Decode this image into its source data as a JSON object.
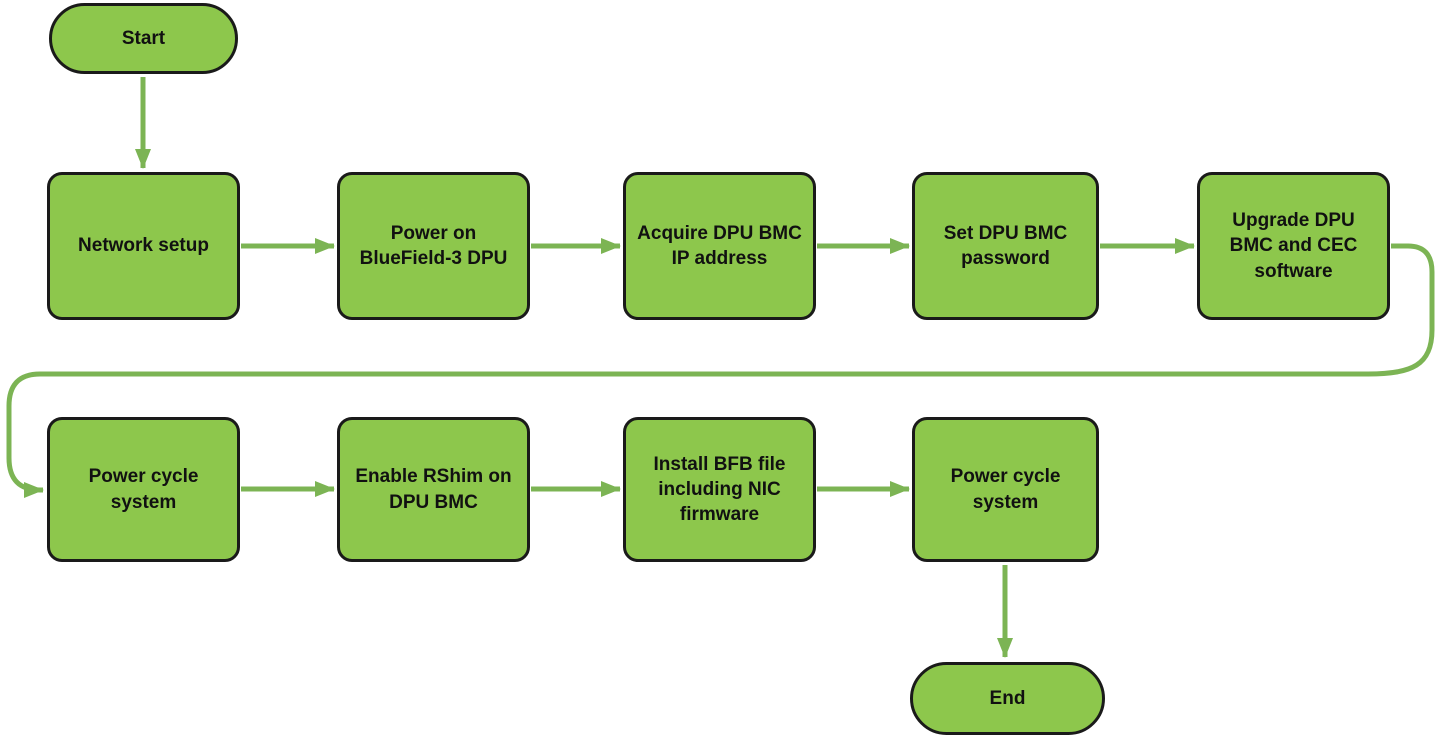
{
  "diagram": {
    "type": "flowchart",
    "nodes": [
      {
        "id": "start",
        "shape": "terminator",
        "label": "Start"
      },
      {
        "id": "network-setup",
        "shape": "process",
        "label": "Network setup"
      },
      {
        "id": "power-on-bluefield-3-dpu",
        "shape": "process",
        "label": "Power on\nBlueField-3 DPU"
      },
      {
        "id": "acquire-dpu-bmc-ip-address",
        "shape": "process",
        "label": "Acquire DPU BMC\nIP address"
      },
      {
        "id": "set-dpu-bmc-password",
        "shape": "process",
        "label": "Set DPU BMC\npassword"
      },
      {
        "id": "upgrade-dpu-bmc-and-cec-software",
        "shape": "process",
        "label": "Upgrade DPU\nBMC and CEC\nsoftware"
      },
      {
        "id": "power-cycle-system-1",
        "shape": "process",
        "label": "Power cycle\nsystem"
      },
      {
        "id": "enable-rshim-on-dpu-bmc",
        "shape": "process",
        "label": "Enable RShim on\nDPU BMC"
      },
      {
        "id": "install-bfb-file-including-nic-firmware",
        "shape": "process",
        "label": "Install BFB file\nincluding NIC\nfirmware"
      },
      {
        "id": "power-cycle-system-2",
        "shape": "process",
        "label": "Power cycle\nsystem"
      },
      {
        "id": "end",
        "shape": "terminator",
        "label": "End"
      }
    ],
    "edges": [
      {
        "from": "start",
        "to": "network-setup"
      },
      {
        "from": "network-setup",
        "to": "power-on-bluefield-3-dpu"
      },
      {
        "from": "power-on-bluefield-3-dpu",
        "to": "acquire-dpu-bmc-ip-address"
      },
      {
        "from": "acquire-dpu-bmc-ip-address",
        "to": "set-dpu-bmc-password"
      },
      {
        "from": "set-dpu-bmc-password",
        "to": "upgrade-dpu-bmc-and-cec-software"
      },
      {
        "from": "upgrade-dpu-bmc-and-cec-software",
        "to": "power-cycle-system-1"
      },
      {
        "from": "power-cycle-system-1",
        "to": "enable-rshim-on-dpu-bmc"
      },
      {
        "from": "enable-rshim-on-dpu-bmc",
        "to": "install-bfb-file-including-nic-firmware"
      },
      {
        "from": "install-bfb-file-including-nic-firmware",
        "to": "power-cycle-system-2"
      },
      {
        "from": "power-cycle-system-2",
        "to": "end"
      }
    ]
  },
  "colors": {
    "node_fill": "#8dc74c",
    "node_border": "#1a1a1a",
    "arrow_color": "#7cb454",
    "text_color": "#111111",
    "background": "#ffffff"
  }
}
